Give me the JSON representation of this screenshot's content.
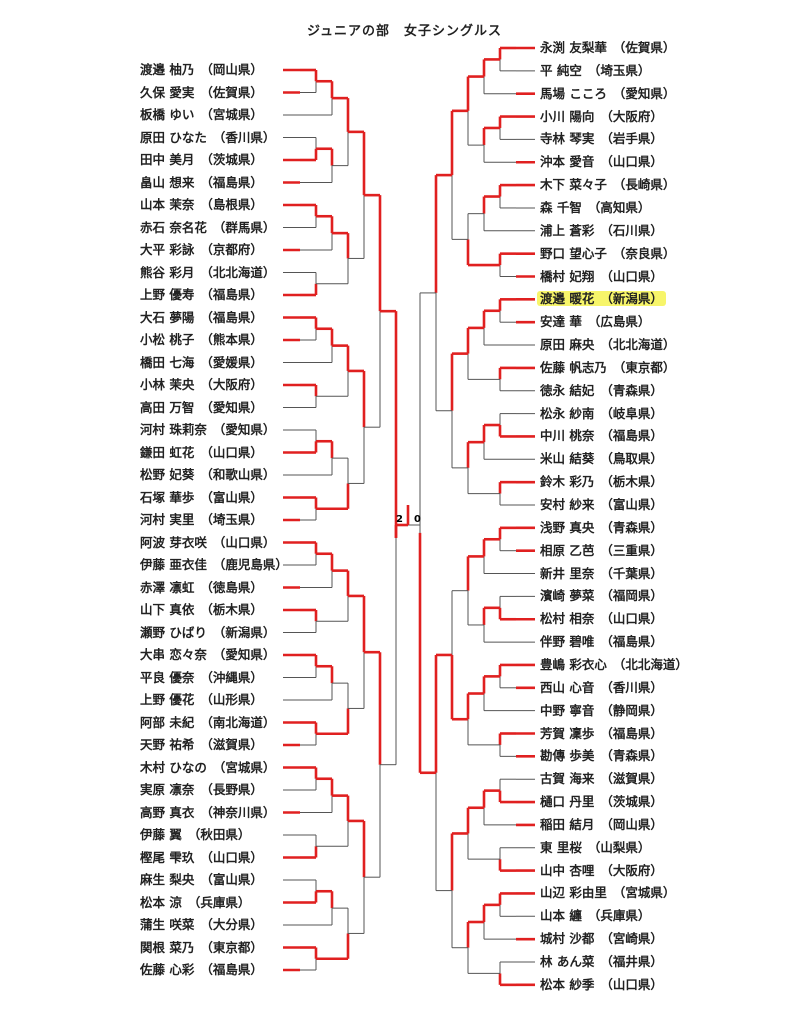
{
  "title": "ジュニアの部　女子シングルス",
  "colors": {
    "winner_line": "#e02020",
    "loser_line": "#555555",
    "highlight": "#f7f56a"
  },
  "final": {
    "left_games": "2",
    "right_games": "0",
    "winner_side": "left"
  },
  "left": [
    {
      "name": "渡邉 柚乃",
      "pref": "（岡山県）",
      "advanced": true
    },
    {
      "name": "久保 愛実",
      "pref": "（佐賀県）",
      "advanced": true
    },
    {
      "name": "板橋 ゆい",
      "pref": "（宮城県）",
      "advanced": false
    },
    {
      "name": "原田 ひなた",
      "pref": "（香川県）",
      "advanced": false
    },
    {
      "name": "田中 美月",
      "pref": "（茨城県）",
      "advanced": true
    },
    {
      "name": "畠山 想来",
      "pref": "（福島県）",
      "advanced": true
    },
    {
      "name": "山本 茉奈",
      "pref": "（島根県）",
      "advanced": true
    },
    {
      "name": "赤石 奈名花",
      "pref": "（群馬県）",
      "advanced": false
    },
    {
      "name": "大平 彩詠",
      "pref": "（京都府）",
      "advanced": true
    },
    {
      "name": "熊谷 彩月",
      "pref": "（北北海道）",
      "advanced": false
    },
    {
      "name": "上野 優寿",
      "pref": "（福島県）",
      "advanced": true
    },
    {
      "name": "大石 夢陽",
      "pref": "（福島県）",
      "advanced": true
    },
    {
      "name": "小松 桃子",
      "pref": "（熊本県）",
      "advanced": true
    },
    {
      "name": "橋田 七海",
      "pref": "（愛媛県）",
      "advanced": false
    },
    {
      "name": "小林 茉央",
      "pref": "（大阪府）",
      "advanced": true
    },
    {
      "name": "高田 万智",
      "pref": "（愛知県）",
      "advanced": false
    },
    {
      "name": "河村 珠莉奈",
      "pref": "（愛知県）",
      "advanced": false
    },
    {
      "name": "鎌田 虹花",
      "pref": "（山口県）",
      "advanced": true
    },
    {
      "name": "松野 妃葵",
      "pref": "（和歌山県）",
      "advanced": false
    },
    {
      "name": "石塚 華歩",
      "pref": "（富山県）",
      "advanced": true
    },
    {
      "name": "河村 実里",
      "pref": "（埼玉県）",
      "advanced": true
    },
    {
      "name": "阿波 芽衣咲",
      "pref": "（山口県）",
      "advanced": true
    },
    {
      "name": "伊藤 亜衣佳",
      "pref": "（鹿児島県）",
      "advanced": false
    },
    {
      "name": "赤澤 凛虹",
      "pref": "（徳島県）",
      "advanced": true
    },
    {
      "name": "山下 真依",
      "pref": "（栃木県）",
      "advanced": true
    },
    {
      "name": "瀬野 ひばり",
      "pref": "（新潟県）",
      "advanced": false
    },
    {
      "name": "大串 恋々奈",
      "pref": "（愛知県）",
      "advanced": true
    },
    {
      "name": "平良 優奈",
      "pref": "（沖縄県）",
      "advanced": false
    },
    {
      "name": "上野 優花",
      "pref": "（山形県）",
      "advanced": false
    },
    {
      "name": "阿部 未紀",
      "pref": "（南北海道）",
      "advanced": true
    },
    {
      "name": "天野 祐希",
      "pref": "（滋賀県）",
      "advanced": true
    },
    {
      "name": "木村 ひなの",
      "pref": "（宮城県）",
      "advanced": true
    },
    {
      "name": "実原 凛奈",
      "pref": "（長野県）",
      "advanced": false
    },
    {
      "name": "高野 真衣",
      "pref": "（神奈川県）",
      "advanced": true
    },
    {
      "name": "伊藤 翼",
      "pref": "（秋田県）",
      "advanced": false
    },
    {
      "name": "樫尾 雫玖",
      "pref": "（山口県）",
      "advanced": true
    },
    {
      "name": "麻生 梨央",
      "pref": "（富山県）",
      "advanced": false
    },
    {
      "name": "松本 涼",
      "pref": "（兵庫県）",
      "advanced": true
    },
    {
      "name": "蒲生 咲菜",
      "pref": "（大分県）",
      "advanced": false
    },
    {
      "name": "関根 菜乃",
      "pref": "（東京都）",
      "advanced": true
    },
    {
      "name": "佐藤 心彩",
      "pref": "（福島県）",
      "advanced": true
    }
  ],
  "right": [
    {
      "name": "永渕 友梨華",
      "pref": "（佐賀県）",
      "advanced": true
    },
    {
      "name": "平 純空",
      "pref": "（埼玉県）",
      "advanced": false
    },
    {
      "name": "馬場 こころ",
      "pref": "（愛知県）",
      "advanced": true
    },
    {
      "name": "小川 陽向",
      "pref": "（大阪府）",
      "advanced": true
    },
    {
      "name": "寺林 琴実",
      "pref": "（岩手県）",
      "advanced": false
    },
    {
      "name": "沖本 愛音",
      "pref": "（山口県）",
      "advanced": true
    },
    {
      "name": "木下 菜々子",
      "pref": "（長崎県）",
      "advanced": true
    },
    {
      "name": "森 千智",
      "pref": "（高知県）",
      "advanced": false
    },
    {
      "name": "浦上 蒼彩",
      "pref": "（石川県）",
      "advanced": false
    },
    {
      "name": "野口 望心子",
      "pref": "（奈良県）",
      "advanced": true
    },
    {
      "name": "橋村 妃翔",
      "pref": "（山口県）",
      "advanced": true
    },
    {
      "name": "渡邉 暖花",
      "pref": "（新潟県）",
      "advanced": true,
      "highlighted": true
    },
    {
      "name": "安達 華",
      "pref": "（広島県）",
      "advanced": true
    },
    {
      "name": "原田 麻央",
      "pref": "（北北海道）",
      "advanced": false
    },
    {
      "name": "佐藤 帆志乃",
      "pref": "（東京都）",
      "advanced": true
    },
    {
      "name": "徳永 結妃",
      "pref": "（青森県）",
      "advanced": false
    },
    {
      "name": "松永 紗南",
      "pref": "（岐阜県）",
      "advanced": false
    },
    {
      "name": "中川 桃奈",
      "pref": "（福島県）",
      "advanced": true
    },
    {
      "name": "米山 結葵",
      "pref": "（鳥取県）",
      "advanced": false
    },
    {
      "name": "鈴木 彩乃",
      "pref": "（栃木県）",
      "advanced": true
    },
    {
      "name": "安村 紗来",
      "pref": "（富山県）",
      "advanced": false
    },
    {
      "name": "浅野 真央",
      "pref": "（青森県）",
      "advanced": true
    },
    {
      "name": "相原 乙芭",
      "pref": "（三重県）",
      "advanced": true
    },
    {
      "name": "新井 里奈",
      "pref": "（千葉県）",
      "advanced": false
    },
    {
      "name": "濱崎 夢菜",
      "pref": "（福岡県）",
      "advanced": false
    },
    {
      "name": "松村 相奈",
      "pref": "（山口県）",
      "advanced": true
    },
    {
      "name": "伴野 碧唯",
      "pref": "（福島県）",
      "advanced": false
    },
    {
      "name": "豊嶋 彩衣心",
      "pref": "（北北海道）",
      "advanced": true
    },
    {
      "name": "西山 心音",
      "pref": "（香川県）",
      "advanced": true
    },
    {
      "name": "中野 寧音",
      "pref": "（静岡県）",
      "advanced": false
    },
    {
      "name": "芳賀 凜歩",
      "pref": "（福島県）",
      "advanced": true
    },
    {
      "name": "勘傳 歩美",
      "pref": "（青森県）",
      "advanced": true
    },
    {
      "name": "古賀 海来",
      "pref": "（滋賀県）",
      "advanced": false
    },
    {
      "name": "樋口 丹里",
      "pref": "（茨城県）",
      "advanced": true
    },
    {
      "name": "稲田 結月",
      "pref": "（岡山県）",
      "advanced": true
    },
    {
      "name": "東 里桜",
      "pref": "（山梨県）",
      "advanced": false
    },
    {
      "name": "山中 杏哩",
      "pref": "（大阪府）",
      "advanced": true
    },
    {
      "name": "山辺 彩由里",
      "pref": "（宮城県）",
      "advanced": true
    },
    {
      "name": "山本 纏",
      "pref": "（兵庫県）",
      "advanced": false
    },
    {
      "name": "城村 沙都",
      "pref": "（宮崎県）",
      "advanced": true
    },
    {
      "name": "林 あん菜",
      "pref": "（福井県）",
      "advanced": false
    },
    {
      "name": "松本 紗季",
      "pref": "（山口県）",
      "advanced": true
    }
  ]
}
